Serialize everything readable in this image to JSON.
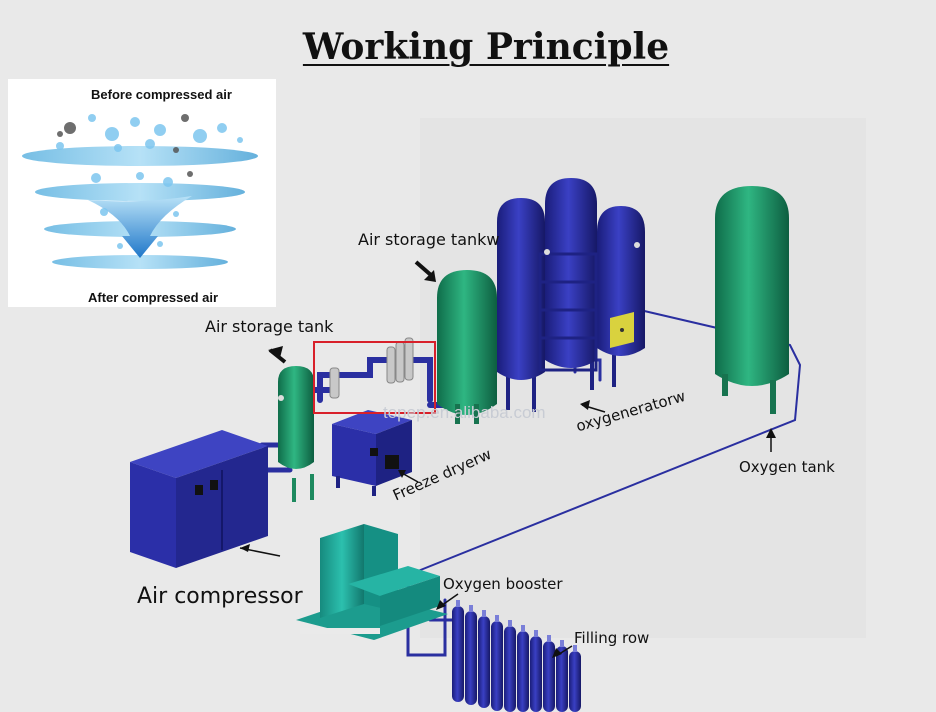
{
  "title": "Working Principle",
  "inset": {
    "top_label": "Before compressed air",
    "bottom_label": "After compressed air"
  },
  "labels": {
    "air_storage_tank_1": "Air storage tank",
    "air_storage_tank_2": "Air storage tankw",
    "air_compressor": "Air compressor",
    "freeze_dryer": "Freeze dryerw",
    "oxygen_generator": "oxygeneratorw",
    "oxygen_tank": "Oxygen tank",
    "oxygen_booster": "Oxygen booster",
    "filling_row": "Filling row"
  },
  "watermark": "topep.en.alibaba.com",
  "colors": {
    "blue_equipment": "#2b2fa8",
    "green_tank": "#1f9a6a",
    "teal_booster": "#21a89a",
    "pipe": "#2a2fa0",
    "highlight_box": "#d8202a"
  }
}
